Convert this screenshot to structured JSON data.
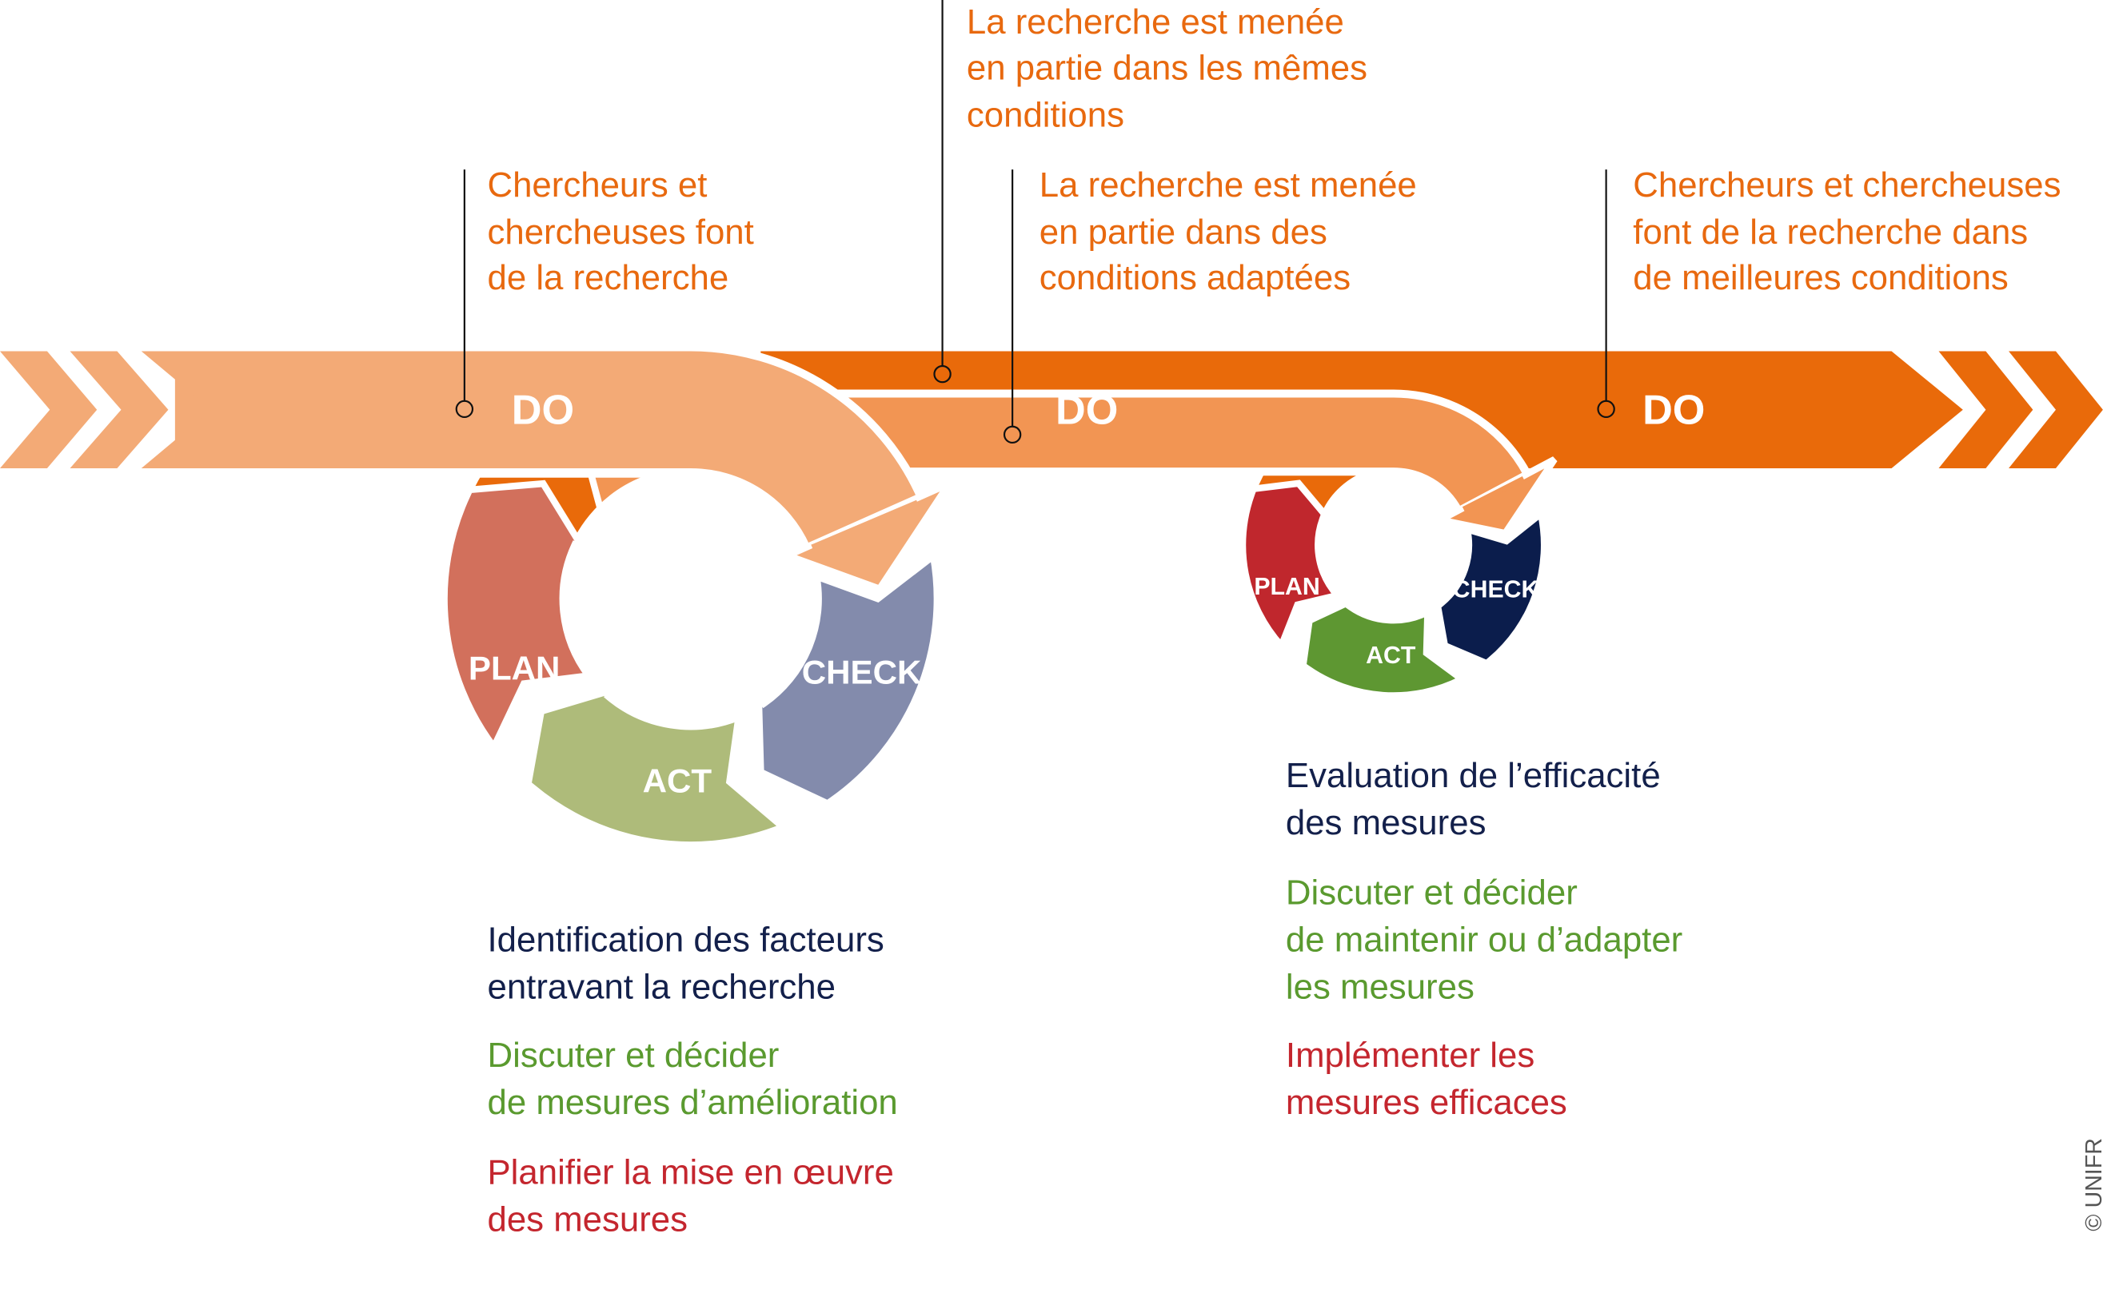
{
  "colors": {
    "do_light": "#F3AA76",
    "do_medium": "#F29553",
    "do_dark": "#E96A0A",
    "big_plan": "#D2705C",
    "big_act": "#AEBB7A",
    "big_check": "#838BAC",
    "small_plan": "#C0272D",
    "small_act": "#5E9732",
    "small_check": "#0B1D4C"
  },
  "do_labels": [
    "DO",
    "DO",
    "DO"
  ],
  "big_cycle": {
    "plan": "PLAN",
    "act": "ACT",
    "check": "CHECK"
  },
  "small_cycle": {
    "plan": "PLAN",
    "act": "ACT",
    "check": "CHECK"
  },
  "callouts": {
    "first": [
      "Chercheurs et",
      "chercheuses font",
      "de la recherche"
    ],
    "same_conditions": [
      "La recherche est menée",
      "en partie dans les mêmes",
      "conditions"
    ],
    "adapted_conditions": [
      "La recherche est menée",
      "en partie dans des",
      "conditions adaptées"
    ],
    "better_conditions": [
      "Chercheurs et chercheuses",
      "font de la recherche dans",
      "de meilleures conditions"
    ]
  },
  "cycle1_text": {
    "check": [
      "Identification des facteurs",
      "entravant la recherche"
    ],
    "act": [
      "Discuter et décider",
      "de mesures d’amélioration"
    ],
    "plan": [
      "Planifier la mise en œuvre",
      "des mesures"
    ]
  },
  "cycle2_text": {
    "check": [
      "Evaluation de l’efficacité",
      "des mesures"
    ],
    "act": [
      "Discuter et décider",
      "de maintenir ou d’adapter",
      "les mesures"
    ],
    "plan": [
      "Implémenter les",
      "mesures efficaces"
    ]
  },
  "copyright": "© UNIFR"
}
